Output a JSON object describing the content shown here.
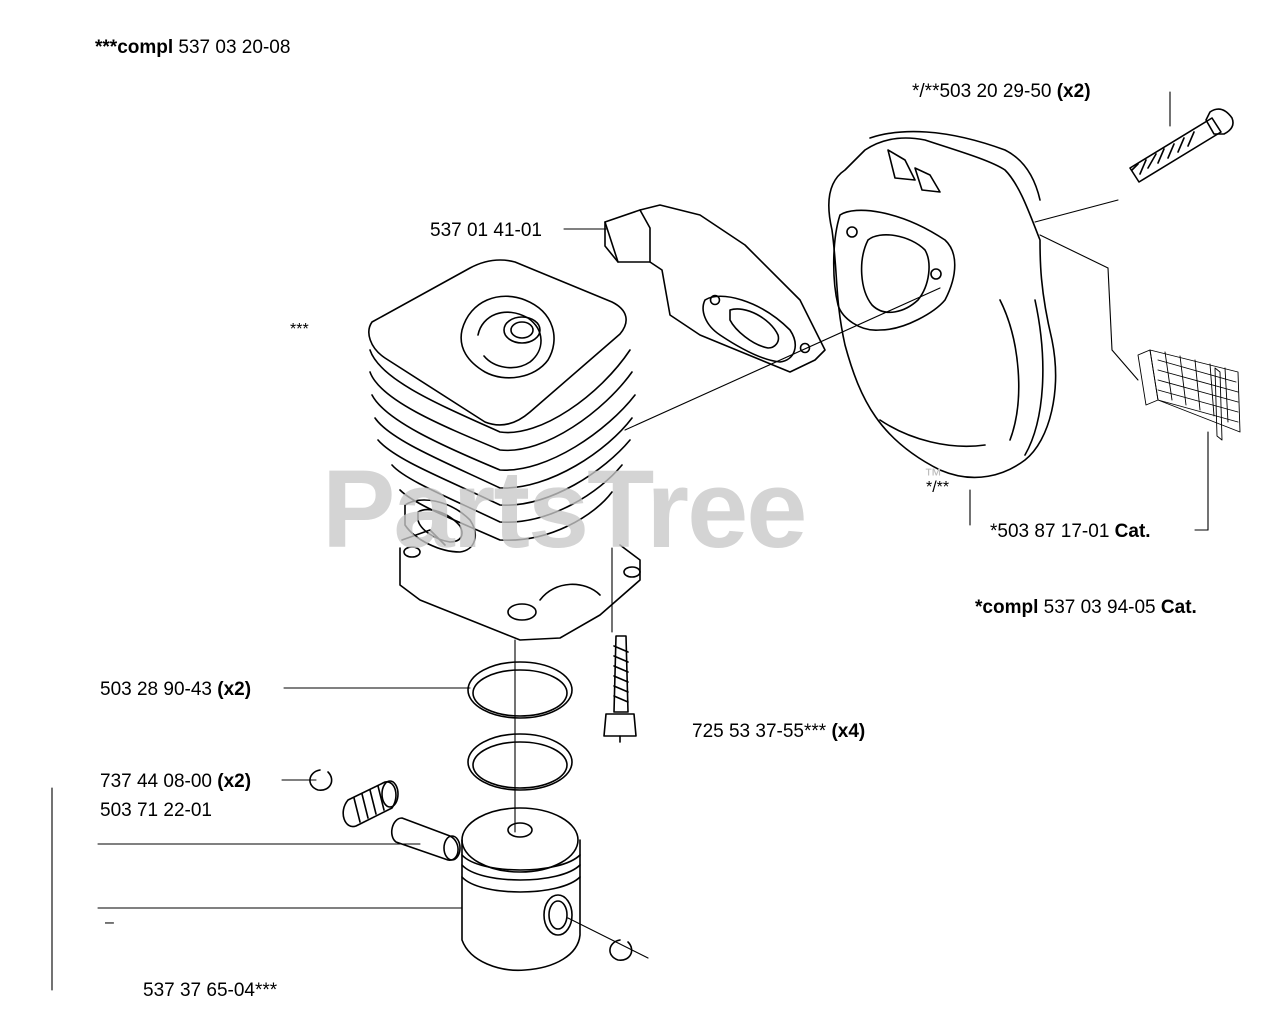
{
  "watermark": {
    "text": "PartsTree",
    "trademark": "™"
  },
  "labels": {
    "assembly_top": {
      "pre": "***",
      "bold": "compl",
      "post": " 537 03 20-08"
    },
    "bolt_top": {
      "text": "*/**503 20 29-50 ",
      "bold": "(x2)"
    },
    "bracket": {
      "text": "537 01 41-01"
    },
    "cylinder_mark": {
      "text": "***"
    },
    "muffler_mark": {
      "text": "*/**"
    },
    "screen": {
      "text": "*503 87 17-01 ",
      "bold": "Cat."
    },
    "muffler_compl": {
      "pre": "*",
      "bold": "compl",
      "post": " 537 03 94-05 ",
      "bold2": "Cat."
    },
    "rings": {
      "text": "503 28 90-43 ",
      "bold": "(x2)"
    },
    "cyl_screw": {
      "text": "725 53 37-55*** ",
      "bold": "(x4)"
    },
    "circlip": {
      "text": "737 44 08-00 ",
      "bold": "(x2)"
    },
    "bearing": {
      "text": "503 71 22-01"
    },
    "dash": {
      "text": "–"
    },
    "piston": {
      "text": "537 37 65-04***"
    }
  }
}
